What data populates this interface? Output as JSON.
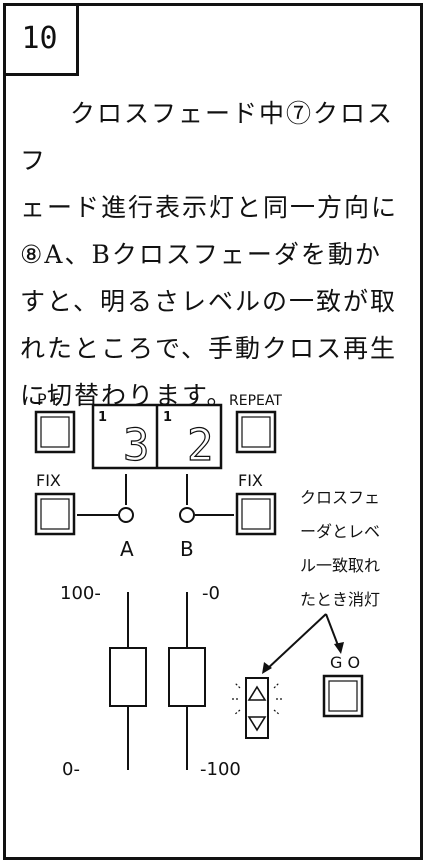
{
  "step_number": "10",
  "paragraph_lines": [
    "クロスフェード中⑦クロスフ",
    "ェード進行表示灯と同一方向に",
    "⑧A、Bクロスフェーダを動か",
    "すと、明るさレベルの一致が取",
    "れたところで、手動クロス再生",
    "に切替わります。"
  ],
  "diagram": {
    "pf_label": "P F",
    "repeat_label": "REPEAT",
    "fix_left_label": "FIX",
    "fix_right_label": "FIX",
    "display_a_mark": "1",
    "display_b_mark": "1",
    "display_a_value": "3",
    "display_b_value": "2",
    "channel_a_label": "A",
    "channel_b_label": "B",
    "fader_a_top": "100-",
    "fader_a_bottom": "0-",
    "fader_b_top": "-0",
    "fader_b_bottom": "-100",
    "go_label": "G O",
    "note_lines": [
      "クロスフェ",
      "ーダとレベ",
      "ル一致取れ",
      "たとき消灯"
    ]
  }
}
